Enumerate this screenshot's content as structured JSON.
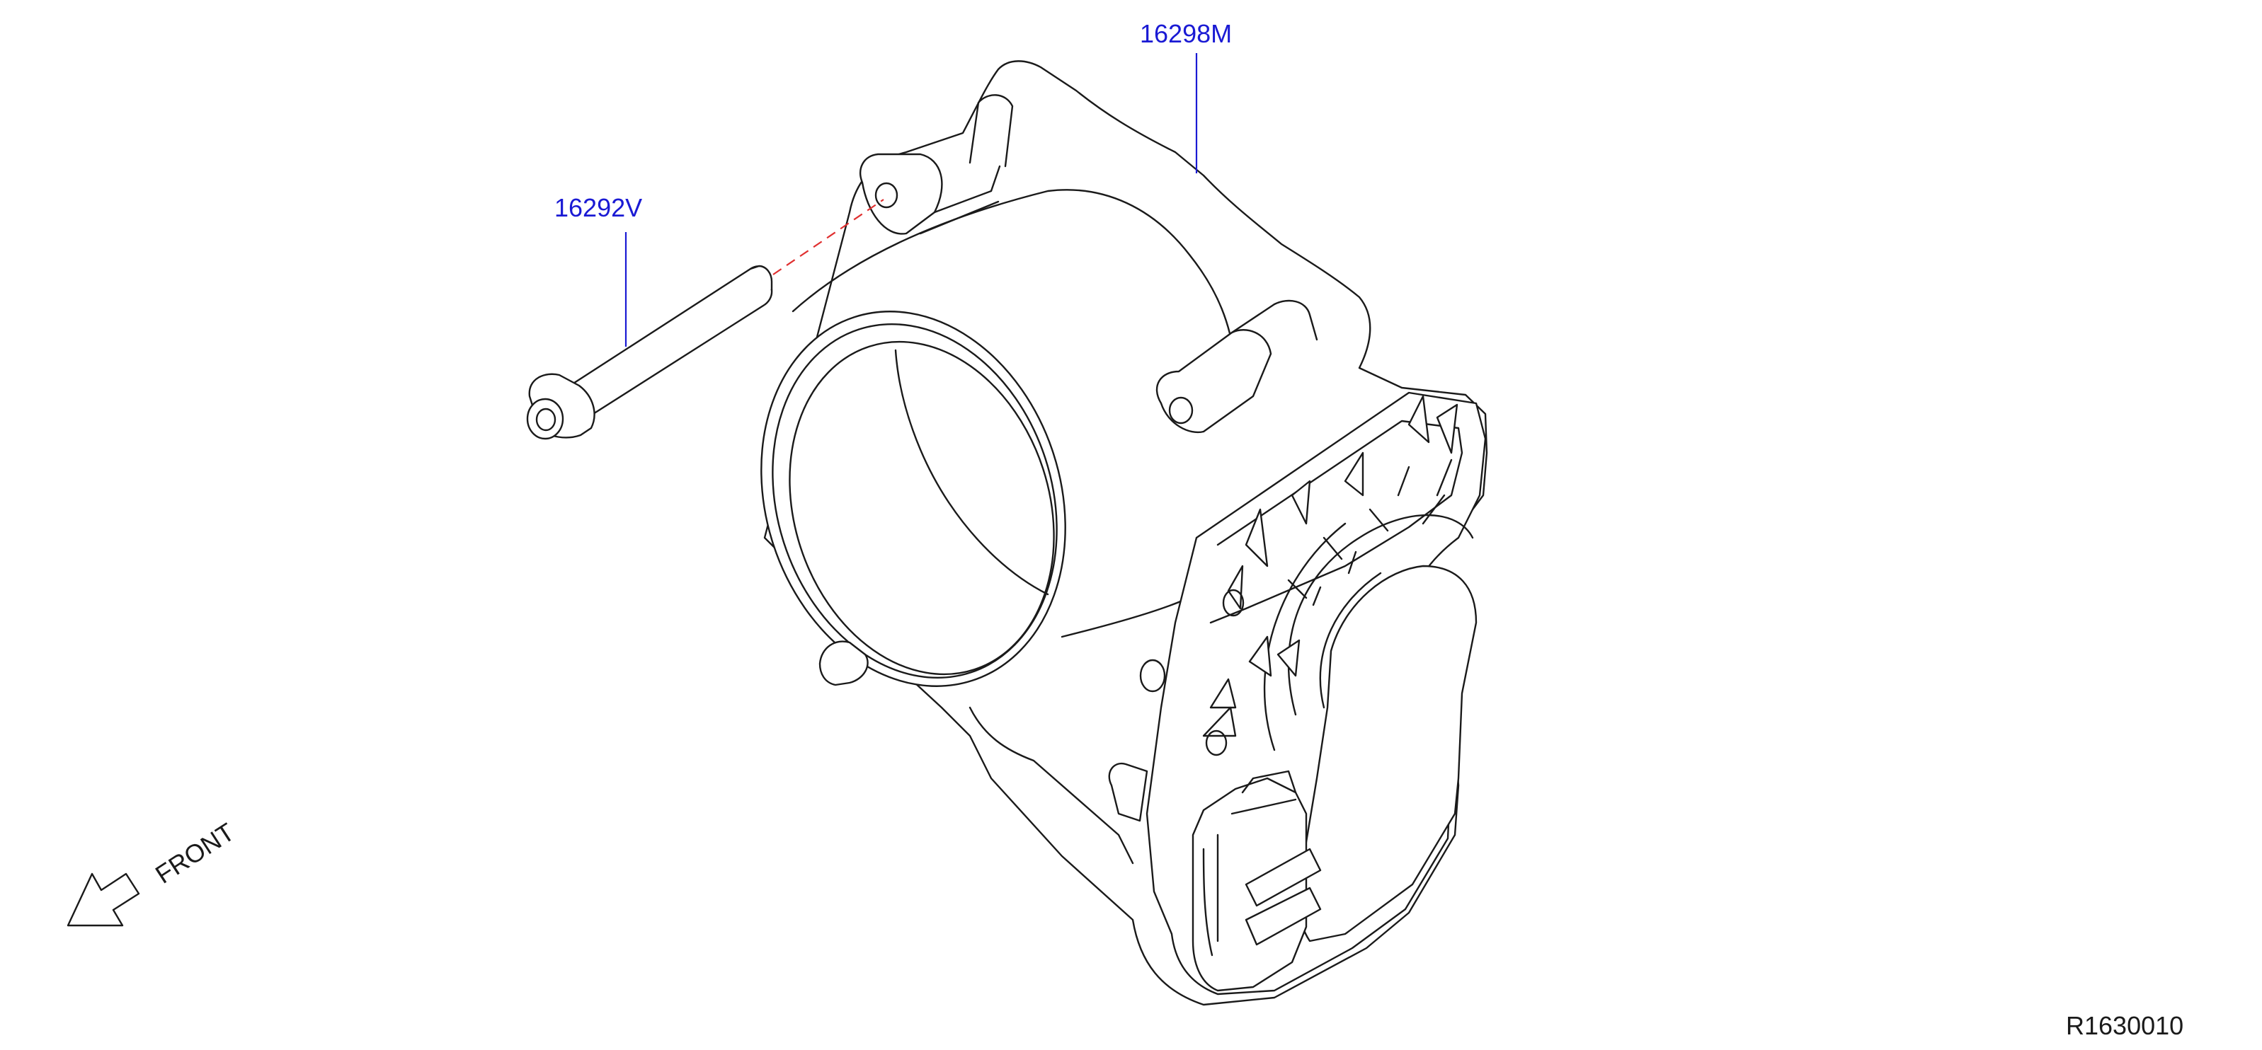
{
  "callouts": {
    "throttle_body": "16298M",
    "bolt": "16292V"
  },
  "front_label": "FRONT",
  "reference_code": "R1630010",
  "colors": {
    "callout": "#1a1ad4",
    "line_art": "#1a1a1a",
    "dashed_hint": "#e03030",
    "background": "#ffffff"
  }
}
